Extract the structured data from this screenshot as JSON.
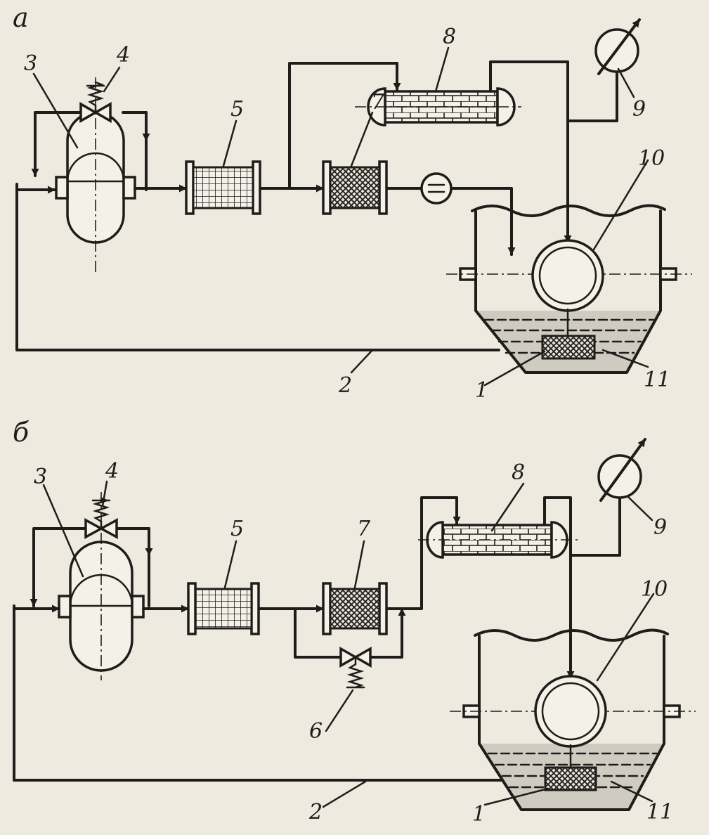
{
  "panels": [
    {
      "letter": "а",
      "labels": {
        "n1": "1",
        "n2": "2",
        "n3": "3",
        "n4": "4",
        "n5": "5",
        "n7": "7",
        "n8": "8",
        "n9": "9",
        "n10": "10",
        "n11": "11"
      }
    },
    {
      "letter": "б",
      "labels": {
        "n1": "1",
        "n2": "2",
        "n3": "3",
        "n4": "4",
        "n5": "5",
        "n6": "6",
        "n7": "7",
        "n8": "8",
        "n9": "9",
        "n10": "10",
        "n11": "11"
      }
    }
  ]
}
